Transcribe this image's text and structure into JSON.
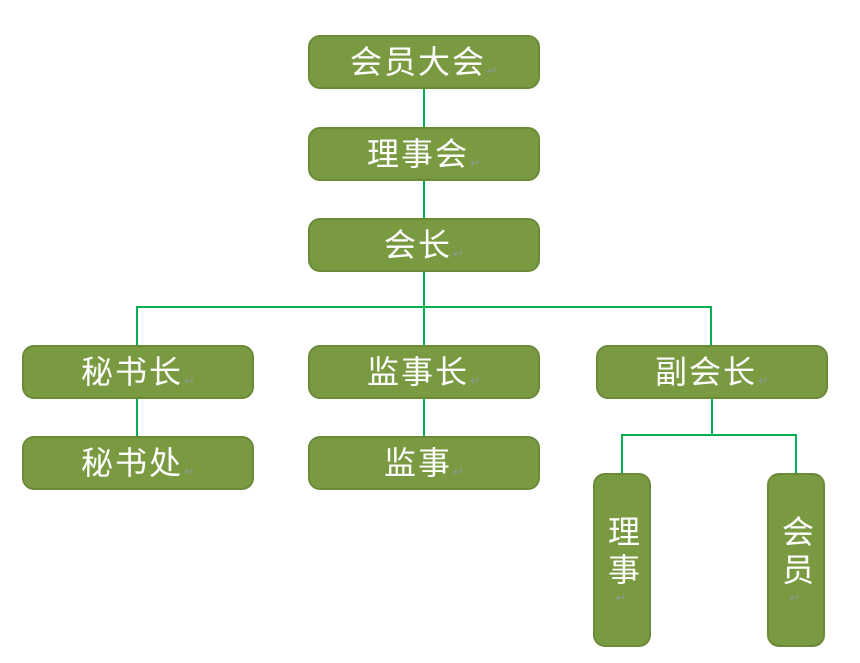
{
  "diagram": {
    "type": "org-chart",
    "colors": {
      "node_fill": "#7a9a42",
      "node_border": "#6b8a39",
      "node_text": "#ffffff",
      "connector": "#00b050",
      "background": "#ffffff",
      "format_mark": "#8d99a6"
    },
    "format_mark": {
      "glyph": "↵"
    },
    "nodes": [
      {
        "label": "会员大会",
        "level": 1,
        "parent": null
      },
      {
        "label": "理事会",
        "level": 2,
        "parent": "会员大会"
      },
      {
        "label": "会长",
        "level": 3,
        "parent": "理事会"
      },
      {
        "label": "秘书长",
        "level": 4,
        "parent": "会长"
      },
      {
        "label": "监事长",
        "level": 4,
        "parent": "会长"
      },
      {
        "label": "副会长",
        "level": 4,
        "parent": "会长"
      },
      {
        "label": "秘书处",
        "level": 5,
        "parent": "秘书长"
      },
      {
        "label": "监事",
        "level": 5,
        "parent": "监事长"
      },
      {
        "label": "理事",
        "level": 5,
        "parent": "副会长",
        "orientation": "vertical"
      },
      {
        "label": "会员",
        "level": 5,
        "parent": "副会长",
        "orientation": "vertical"
      }
    ],
    "edges": [
      [
        "会员大会",
        "理事会"
      ],
      [
        "理事会",
        "会长"
      ],
      [
        "会长",
        "秘书长"
      ],
      [
        "会长",
        "监事长"
      ],
      [
        "会长",
        "副会长"
      ],
      [
        "秘书长",
        "秘书处"
      ],
      [
        "监事长",
        "监事"
      ],
      [
        "副会长",
        "理事"
      ],
      [
        "副会长",
        "会员"
      ]
    ]
  }
}
